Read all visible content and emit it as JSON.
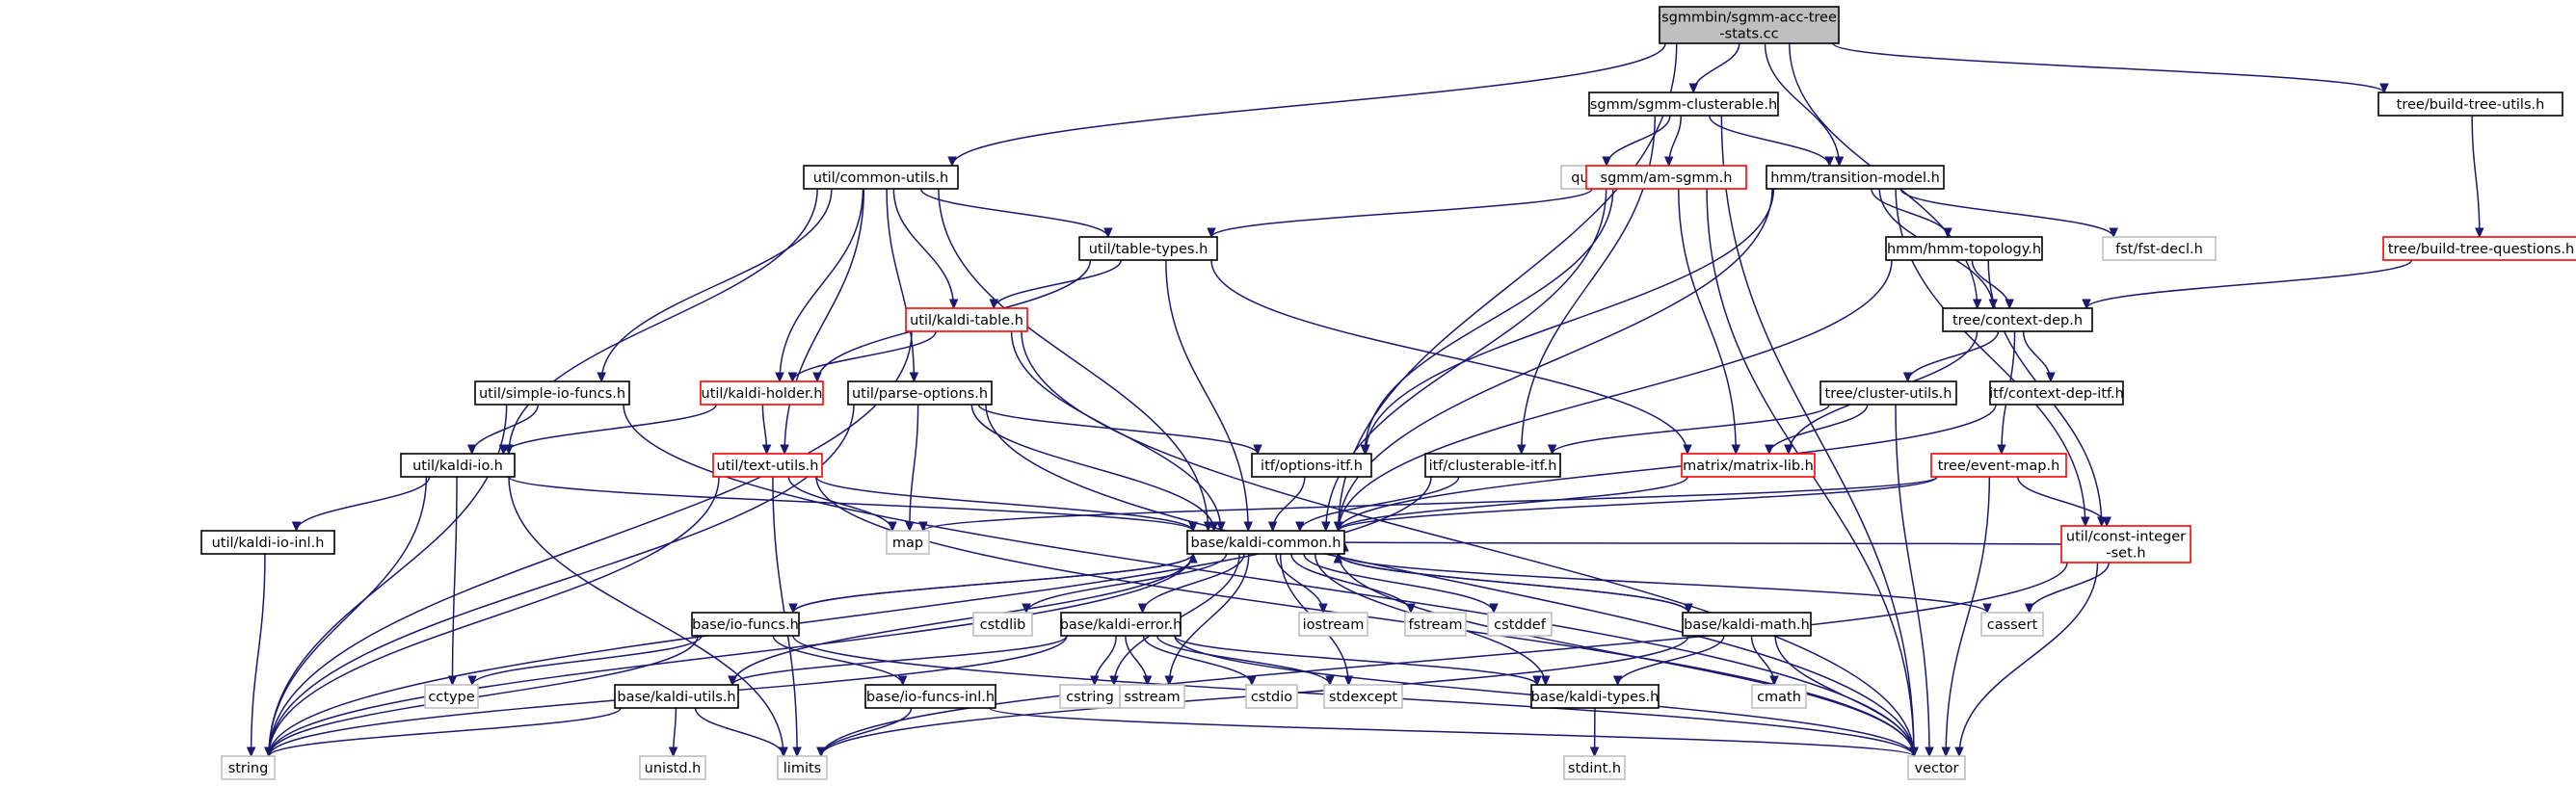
{
  "colors": {
    "edge": "#191970",
    "node_fill": "#ffffff",
    "root_fill": "#bfbfbf",
    "border_normal": "#000000",
    "border_truncated": "#ff0000",
    "border_system": "#bfbfbf"
  },
  "nodes": {
    "root": {
      "lines": [
        "sgmmbin/sgmm-acc-tree",
        "-stats.cc"
      ],
      "kind": "root"
    },
    "sgmm_clusterable": {
      "lines": [
        "sgmm/sgmm-clusterable.h"
      ],
      "kind": "normal"
    },
    "build_tree_utils": {
      "lines": [
        "tree/build-tree-utils.h"
      ],
      "kind": "normal"
    },
    "common_utils": {
      "lines": [
        "util/common-utils.h"
      ],
      "kind": "normal"
    },
    "queue": {
      "lines": [
        "queue"
      ],
      "kind": "system"
    },
    "am_sgmm": {
      "lines": [
        "sgmm/am-sgmm.h"
      ],
      "kind": "truncated"
    },
    "transition_model": {
      "lines": [
        "hmm/transition-model.h"
      ],
      "kind": "normal"
    },
    "table_types": {
      "lines": [
        "util/table-types.h"
      ],
      "kind": "normal"
    },
    "fst_decl": {
      "lines": [
        "fst/fst-decl.h"
      ],
      "kind": "system"
    },
    "hmm_topology": {
      "lines": [
        "hmm/hmm-topology.h"
      ],
      "kind": "normal"
    },
    "build_tree_questions": {
      "lines": [
        "tree/build-tree-questions.h"
      ],
      "kind": "truncated"
    },
    "kaldi_table": {
      "lines": [
        "util/kaldi-table.h"
      ],
      "kind": "truncated"
    },
    "context_dep": {
      "lines": [
        "tree/context-dep.h"
      ],
      "kind": "normal"
    },
    "simple_io_funcs": {
      "lines": [
        "util/simple-io-funcs.h"
      ],
      "kind": "normal"
    },
    "kaldi_holder": {
      "lines": [
        "util/kaldi-holder.h"
      ],
      "kind": "truncated"
    },
    "parse_options": {
      "lines": [
        "util/parse-options.h"
      ],
      "kind": "normal"
    },
    "cluster_utils": {
      "lines": [
        "tree/cluster-utils.h"
      ],
      "kind": "normal"
    },
    "context_dep_itf": {
      "lines": [
        "itf/context-dep-itf.h"
      ],
      "kind": "normal"
    },
    "kaldi_io": {
      "lines": [
        "util/kaldi-io.h"
      ],
      "kind": "normal"
    },
    "text_utils": {
      "lines": [
        "util/text-utils.h"
      ],
      "kind": "truncated"
    },
    "options_itf": {
      "lines": [
        "itf/options-itf.h"
      ],
      "kind": "normal"
    },
    "clusterable_itf": {
      "lines": [
        "itf/clusterable-itf.h"
      ],
      "kind": "normal"
    },
    "matrix_lib": {
      "lines": [
        "matrix/matrix-lib.h"
      ],
      "kind": "truncated"
    },
    "event_map": {
      "lines": [
        "tree/event-map.h"
      ],
      "kind": "truncated"
    },
    "kaldi_io_inl": {
      "lines": [
        "util/kaldi-io-inl.h"
      ],
      "kind": "normal"
    },
    "map": {
      "lines": [
        "map"
      ],
      "kind": "system"
    },
    "kaldi_common": {
      "lines": [
        "base/kaldi-common.h"
      ],
      "kind": "normal"
    },
    "const_integer_set": {
      "lines": [
        "util/const-integer",
        "-set.h"
      ],
      "kind": "truncated"
    },
    "io_funcs": {
      "lines": [
        "base/io-funcs.h"
      ],
      "kind": "normal"
    },
    "cstdlib": {
      "lines": [
        "cstdlib"
      ],
      "kind": "system"
    },
    "kaldi_error": {
      "lines": [
        "base/kaldi-error.h"
      ],
      "kind": "normal"
    },
    "iostream": {
      "lines": [
        "iostream"
      ],
      "kind": "system"
    },
    "fstream": {
      "lines": [
        "fstream"
      ],
      "kind": "system"
    },
    "cstddef": {
      "lines": [
        "cstddef"
      ],
      "kind": "system"
    },
    "kaldi_math": {
      "lines": [
        "base/kaldi-math.h"
      ],
      "kind": "normal"
    },
    "cassert": {
      "lines": [
        "cassert"
      ],
      "kind": "system"
    },
    "cctype": {
      "lines": [
        "cctype"
      ],
      "kind": "system"
    },
    "cstring": {
      "lines": [
        "cstring"
      ],
      "kind": "system"
    },
    "sstream": {
      "lines": [
        "sstream"
      ],
      "kind": "system"
    },
    "cstdio": {
      "lines": [
        "cstdio"
      ],
      "kind": "system"
    },
    "stdexcept": {
      "lines": [
        "stdexcept"
      ],
      "kind": "system"
    },
    "cmath": {
      "lines": [
        "cmath"
      ],
      "kind": "system"
    },
    "kaldi_utils": {
      "lines": [
        "base/kaldi-utils.h"
      ],
      "kind": "normal"
    },
    "io_funcs_inl": {
      "lines": [
        "base/io-funcs-inl.h"
      ],
      "kind": "normal"
    },
    "kaldi_types": {
      "lines": [
        "base/kaldi-types.h"
      ],
      "kind": "normal"
    },
    "string": {
      "lines": [
        "string"
      ],
      "kind": "system"
    },
    "unistd": {
      "lines": [
        "unistd.h"
      ],
      "kind": "system"
    },
    "limits": {
      "lines": [
        "limits"
      ],
      "kind": "system"
    },
    "stdint": {
      "lines": [
        "stdint.h"
      ],
      "kind": "system"
    },
    "vector": {
      "lines": [
        "vector"
      ],
      "kind": "system"
    }
  },
  "edges": [
    [
      "root",
      "sgmm_clusterable"
    ],
    [
      "root",
      "build_tree_utils"
    ],
    [
      "root",
      "common_utils"
    ],
    [
      "root",
      "transition_model"
    ],
    [
      "root",
      "kaldi_common"
    ],
    [
      "root",
      "context_dep"
    ],
    [
      "sgmm_clusterable",
      "queue"
    ],
    [
      "sgmm_clusterable",
      "am_sgmm"
    ],
    [
      "sgmm_clusterable",
      "transition_model"
    ],
    [
      "sgmm_clusterable",
      "clusterable_itf"
    ],
    [
      "sgmm_clusterable",
      "vector"
    ],
    [
      "build_tree_utils",
      "build_tree_questions"
    ],
    [
      "build_tree_questions",
      "context_dep"
    ],
    [
      "common_utils",
      "table_types"
    ],
    [
      "common_utils",
      "kaldi_table"
    ],
    [
      "common_utils",
      "simple_io_funcs"
    ],
    [
      "common_utils",
      "kaldi_holder"
    ],
    [
      "common_utils",
      "parse_options"
    ],
    [
      "common_utils",
      "kaldi_io"
    ],
    [
      "common_utils",
      "text_utils"
    ],
    [
      "common_utils",
      "kaldi_common"
    ],
    [
      "am_sgmm",
      "table_types"
    ],
    [
      "am_sgmm",
      "options_itf"
    ],
    [
      "am_sgmm",
      "matrix_lib"
    ],
    [
      "am_sgmm",
      "kaldi_common"
    ],
    [
      "am_sgmm",
      "vector"
    ],
    [
      "transition_model",
      "fst_decl"
    ],
    [
      "transition_model",
      "hmm_topology"
    ],
    [
      "transition_model",
      "context_dep"
    ],
    [
      "transition_model",
      "options_itf"
    ],
    [
      "transition_model",
      "kaldi_common"
    ],
    [
      "transition_model",
      "const_integer_set"
    ],
    [
      "hmm_topology",
      "context_dep"
    ],
    [
      "hmm_topology",
      "kaldi_common"
    ],
    [
      "hmm_topology",
      "const_integer_set"
    ],
    [
      "table_types",
      "kaldi_table"
    ],
    [
      "table_types",
      "kaldi_holder"
    ],
    [
      "table_types",
      "matrix_lib"
    ],
    [
      "table_types",
      "kaldi_common"
    ],
    [
      "kaldi_table",
      "kaldi_holder"
    ],
    [
      "kaldi_table",
      "kaldi_common"
    ],
    [
      "kaldi_table",
      "string"
    ],
    [
      "kaldi_table",
      "vector"
    ],
    [
      "context_dep",
      "cluster_utils"
    ],
    [
      "context_dep",
      "context_dep_itf"
    ],
    [
      "context_dep",
      "event_map"
    ],
    [
      "context_dep",
      "matrix_lib"
    ],
    [
      "cluster_utils",
      "clusterable_itf"
    ],
    [
      "cluster_utils",
      "matrix_lib"
    ],
    [
      "cluster_utils",
      "vector"
    ],
    [
      "context_dep_itf",
      "kaldi_common"
    ],
    [
      "simple_io_funcs",
      "kaldi_io"
    ],
    [
      "simple_io_funcs",
      "string"
    ],
    [
      "simple_io_funcs",
      "vector"
    ],
    [
      "kaldi_holder",
      "kaldi_io"
    ],
    [
      "kaldi_holder",
      "text_utils"
    ],
    [
      "parse_options",
      "options_itf"
    ],
    [
      "parse_options",
      "map"
    ],
    [
      "parse_options",
      "kaldi_common"
    ],
    [
      "parse_options",
      "string"
    ],
    [
      "parse_options",
      "vector"
    ],
    [
      "kaldi_io",
      "kaldi_io_inl"
    ],
    [
      "kaldi_io",
      "kaldi_common"
    ],
    [
      "kaldi_io",
      "cctype"
    ],
    [
      "kaldi_io",
      "string"
    ],
    [
      "kaldi_io",
      "limits"
    ],
    [
      "text_utils",
      "map"
    ],
    [
      "text_utils",
      "kaldi_common"
    ],
    [
      "text_utils",
      "string"
    ],
    [
      "text_utils",
      "limits"
    ],
    [
      "text_utils",
      "vector"
    ],
    [
      "options_itf",
      "kaldi_common"
    ],
    [
      "clusterable_itf",
      "kaldi_common"
    ],
    [
      "clusterable_itf",
      "string"
    ],
    [
      "matrix_lib",
      "kaldi_common"
    ],
    [
      "event_map",
      "kaldi_common"
    ],
    [
      "event_map",
      "const_integer_set"
    ],
    [
      "event_map",
      "map"
    ],
    [
      "event_map",
      "vector"
    ],
    [
      "kaldi_io_inl",
      "string"
    ],
    [
      "const_integer_set",
      "kaldi_common"
    ],
    [
      "const_integer_set",
      "cassert"
    ],
    [
      "const_integer_set",
      "limits"
    ],
    [
      "const_integer_set",
      "vector"
    ],
    [
      "kaldi_common",
      "io_funcs"
    ],
    [
      "kaldi_common",
      "cstdlib"
    ],
    [
      "kaldi_common",
      "kaldi_error"
    ],
    [
      "kaldi_common",
      "iostream"
    ],
    [
      "kaldi_common",
      "fstream"
    ],
    [
      "kaldi_common",
      "cstddef"
    ],
    [
      "kaldi_common",
      "kaldi_math"
    ],
    [
      "kaldi_common",
      "cassert"
    ],
    [
      "kaldi_common",
      "kaldi_utils"
    ],
    [
      "kaldi_common",
      "kaldi_types"
    ],
    [
      "kaldi_common",
      "cstring"
    ],
    [
      "kaldi_common",
      "sstream"
    ],
    [
      "kaldi_common",
      "stdexcept"
    ],
    [
      "kaldi_common",
      "string"
    ],
    [
      "kaldi_common",
      "vector"
    ],
    [
      "io_funcs",
      "kaldi_common"
    ],
    [
      "io_funcs",
      "io_funcs_inl"
    ],
    [
      "io_funcs",
      "cctype"
    ],
    [
      "io_funcs",
      "string"
    ],
    [
      "io_funcs",
      "vector"
    ],
    [
      "kaldi_error",
      "kaldi_utils"
    ],
    [
      "kaldi_error",
      "kaldi_types"
    ],
    [
      "kaldi_error",
      "cstring"
    ],
    [
      "kaldi_error",
      "sstream"
    ],
    [
      "kaldi_error",
      "cstdio"
    ],
    [
      "kaldi_error",
      "stdexcept"
    ],
    [
      "kaldi_error",
      "string"
    ],
    [
      "kaldi_error",
      "vector"
    ],
    [
      "kaldi_math",
      "kaldi_common"
    ],
    [
      "kaldi_math",
      "kaldi_types"
    ],
    [
      "kaldi_math",
      "cmath"
    ],
    [
      "kaldi_math",
      "limits"
    ],
    [
      "kaldi_math",
      "vector"
    ],
    [
      "kaldi_utils",
      "string"
    ],
    [
      "kaldi_utils",
      "unistd"
    ],
    [
      "kaldi_utils",
      "limits"
    ],
    [
      "io_funcs_inl",
      "limits"
    ],
    [
      "io_funcs_inl",
      "vector"
    ],
    [
      "kaldi_types",
      "stdint"
    ]
  ]
}
